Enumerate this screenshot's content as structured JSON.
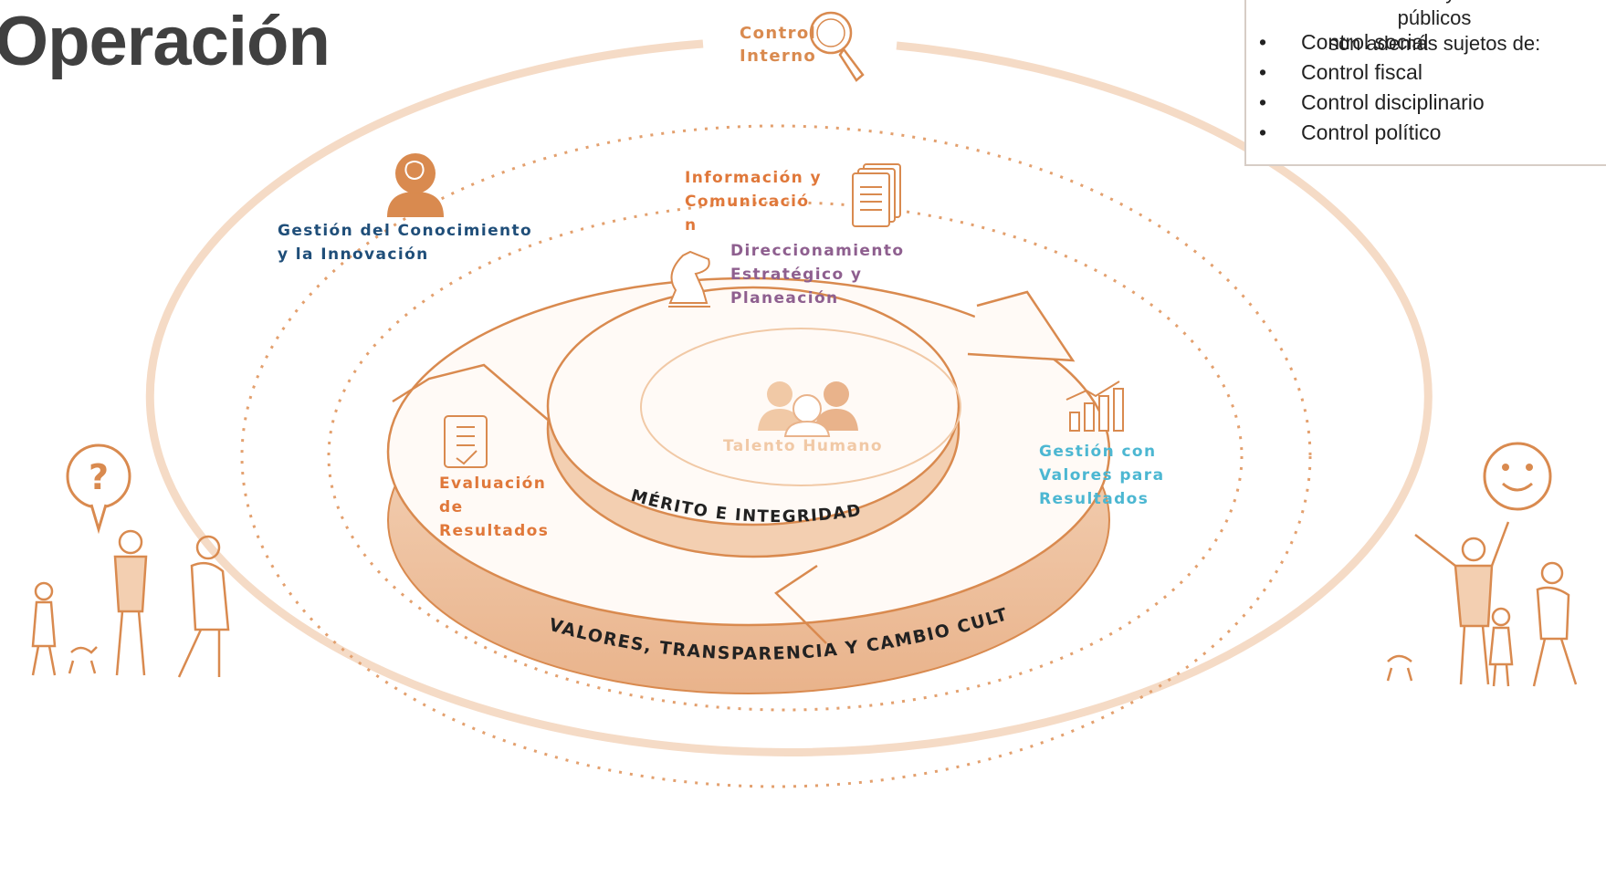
{
  "title": "Operación",
  "control_interno": {
    "line1": "Control",
    "line2": "Interno"
  },
  "info_box": {
    "intro_partial": "Las entidades y servidores públicos",
    "intro": "son además sujetos de:",
    "items": [
      "Control social",
      "Control fiscal",
      "Control disciplinario",
      "Control político"
    ]
  },
  "dimensions": {
    "conocimiento": {
      "line1": "Gestión del Conocimiento",
      "line2": "y la Innovación"
    },
    "informacion": {
      "line1": "Información y",
      "line2": "Comunicació",
      "line3": "n"
    },
    "direccionamiento": {
      "line1": "Direccionamiento",
      "line2": "Estratégico y",
      "line3": "Planeación"
    },
    "gestion_valores": {
      "line1": "Gestión con",
      "line2": "Valores para",
      "line3": "Resultados"
    },
    "evaluacion": {
      "line1": "Evaluación",
      "line2": "de",
      "line3": "Resultados"
    },
    "talento": "Talento Humano"
  },
  "ring_labels": {
    "merito": "MÉRITO E INTEGRIDAD",
    "valores": "VALORES, TRANSPARENCIA Y CAMBIO CULTURAL"
  },
  "colors": {
    "orange": "#d98a4f",
    "light_orange": "#f1c9a6",
    "pale": "#f7dcc6",
    "blue": "#1f4e79",
    "purple": "#8e5f8f",
    "cyan": "#4cb7d2",
    "orange_text": "#e0783a",
    "title_gray": "#404040"
  },
  "icons": [
    "magnifier-icon",
    "head-icon",
    "documents-icon",
    "chess-knight-icon",
    "people-icon",
    "bar-chart-icon",
    "checklist-icon",
    "question-bubble-icon",
    "smiley-icon"
  ]
}
